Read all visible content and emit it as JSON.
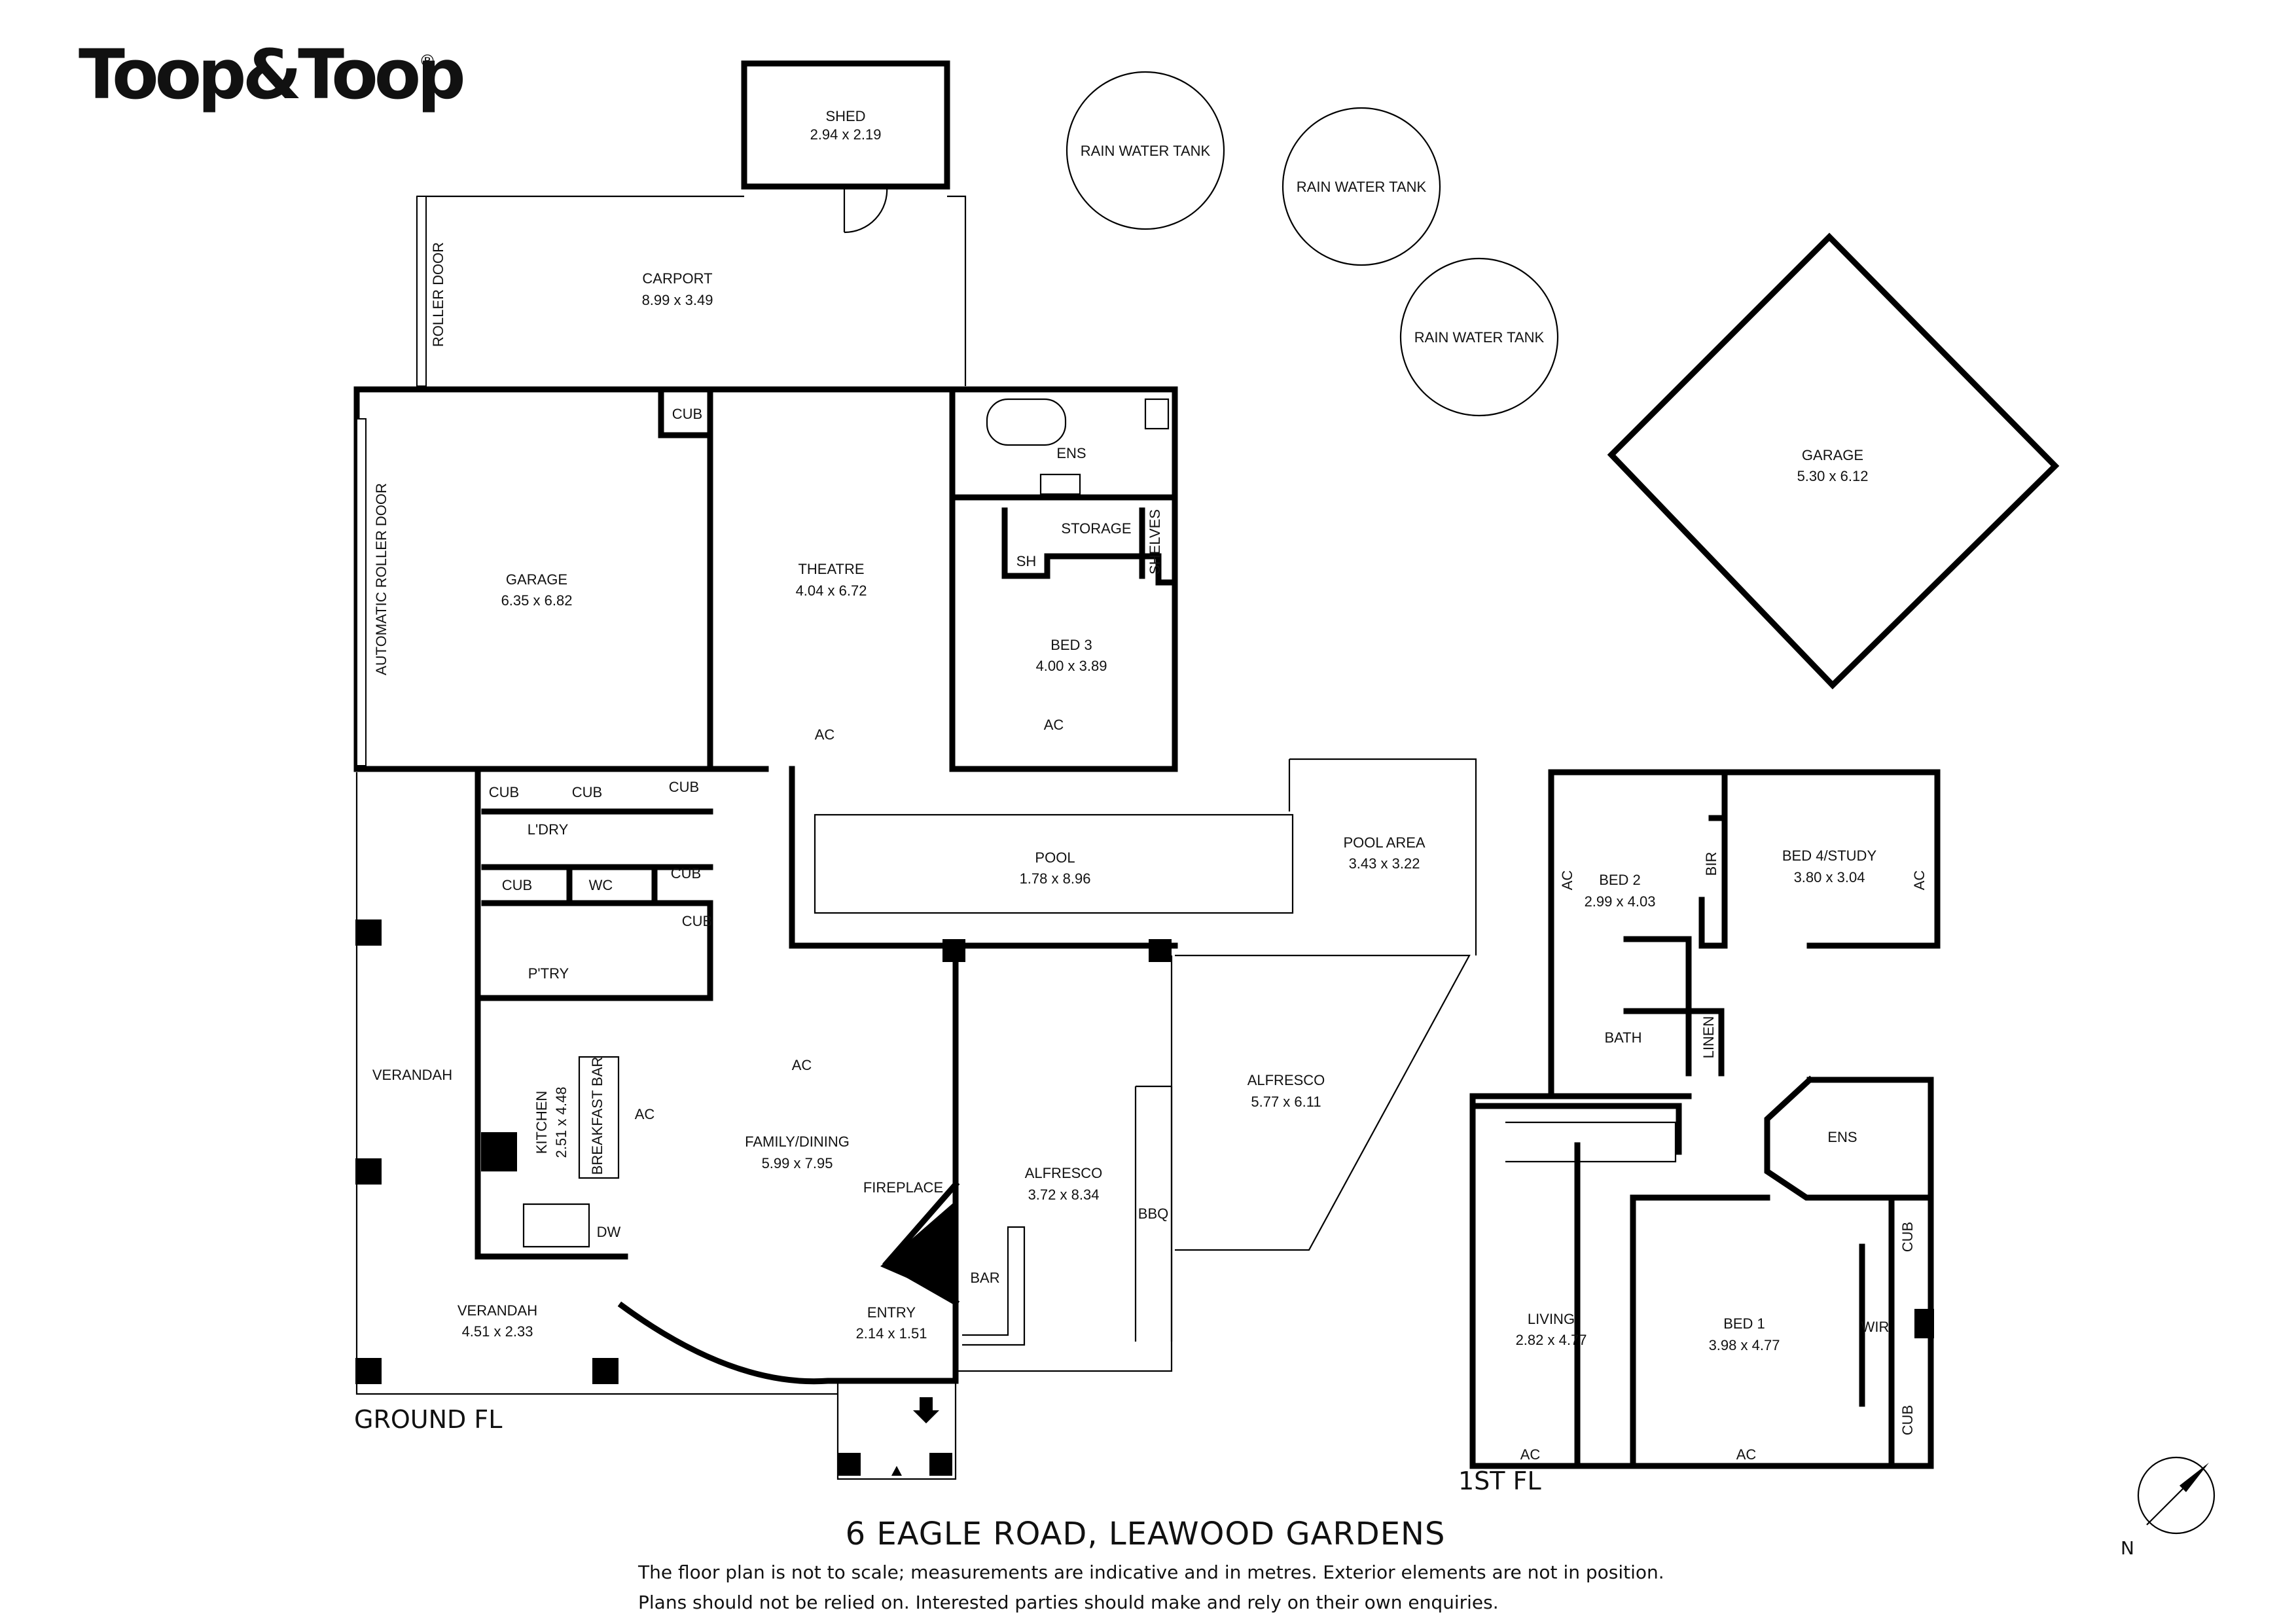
{
  "brand": {
    "logo_text": "Toop&Toop",
    "registered_mark": "®"
  },
  "levels": {
    "ground": "GROUND FL",
    "first": "1ST FL"
  },
  "address": "6 EAGLE ROAD, LEAWOOD GARDENS",
  "disclaimer": {
    "line1": "The floor plan is not to scale; measurements are indicative and in metres. Exterior elements are not in position.",
    "line2": "Plans should not be relied on. Interested parties should make and rely on their own enquiries."
  },
  "compass": {
    "north_label": "N"
  },
  "ground_rooms": {
    "shed": {
      "name": "SHED",
      "size": "2.94 x 2.19"
    },
    "carport": {
      "name": "CARPORT",
      "size": "8.99 x 3.49"
    },
    "roller_door": "ROLLER DOOR",
    "auto_roller_door": "AUTOMATIC ROLLER DOOR",
    "garage_main": {
      "name": "GARAGE",
      "size": "6.35 x 6.82"
    },
    "theatre": {
      "name": "THEATRE",
      "size": "4.04 x 6.72"
    },
    "ens": "ENS",
    "storage": "STORAGE",
    "shelves": "SHELVES",
    "sh": "SH",
    "bed3": {
      "name": "BED 3",
      "size": "4.00 x 3.89"
    },
    "pool": {
      "name": "POOL",
      "size": "1.78 x 8.96"
    },
    "pool_area": {
      "name": "POOL AREA",
      "size": "3.43 x 3.22"
    },
    "ldry": "L'DRY",
    "wc": "WC",
    "ptry": "P'TRY",
    "verandah_left": "VERANDAH",
    "kitchen": {
      "name": "KITCHEN",
      "size": "2.51 x 4.48"
    },
    "breakfast_bar": "BREAKFAST BAR",
    "family_dining": {
      "name": "FAMILY/DINING",
      "size": "5.99 x 7.95"
    },
    "fireplace": "FIREPLACE",
    "alfresco_inner": {
      "name": "ALFRESCO",
      "size": "3.72 x 8.34"
    },
    "alfresco_outer": {
      "name": "ALFRESCO",
      "size": "5.77 x 6.11"
    },
    "bbq": "BBQ",
    "bar": "BAR",
    "dw": "DW",
    "verandah_bottom": {
      "name": "VERANDAH",
      "size": "4.51 x 2.33"
    },
    "entry": {
      "name": "ENTRY",
      "size": "2.14 x 1.51"
    },
    "cub": "CUB",
    "ac": "AC"
  },
  "outbuildings": {
    "rain_water_tank": "RAIN WATER TANK",
    "garage_detached": {
      "name": "GARAGE",
      "size": "5.30 x 6.12"
    }
  },
  "first_rooms": {
    "bed2": {
      "name": "BED 2",
      "size": "2.99 x 4.03"
    },
    "bir": "BIR",
    "bed4": {
      "name": "BED 4/STUDY",
      "size": "3.80 x 3.04"
    },
    "bath": "BATH",
    "linen": "LINEN",
    "ens": "ENS",
    "living": {
      "name": "LIVING",
      "size": "2.82 x 4.77"
    },
    "bed1": {
      "name": "BED 1",
      "size": "3.98 x 4.77"
    },
    "wir": "WIR",
    "cub": "CUB",
    "ac": "AC"
  }
}
